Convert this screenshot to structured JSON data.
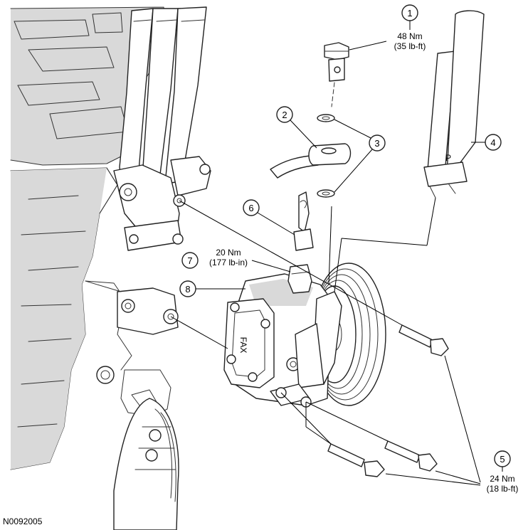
{
  "figure_id": "N0092005",
  "callouts": [
    {
      "number": "1",
      "torque_nm": "48 Nm",
      "torque_imperial": "(35 lb-ft)"
    },
    {
      "number": "2"
    },
    {
      "number": "3"
    },
    {
      "number": "4"
    },
    {
      "number": "5",
      "torque_nm": "24 Nm",
      "torque_imperial": "(18 lb-ft)"
    },
    {
      "number": "6"
    },
    {
      "number": "7",
      "torque_nm": "20 Nm",
      "torque_imperial": "(177 lb-in)"
    },
    {
      "number": "8"
    }
  ],
  "pump_cover_text": "FAX"
}
